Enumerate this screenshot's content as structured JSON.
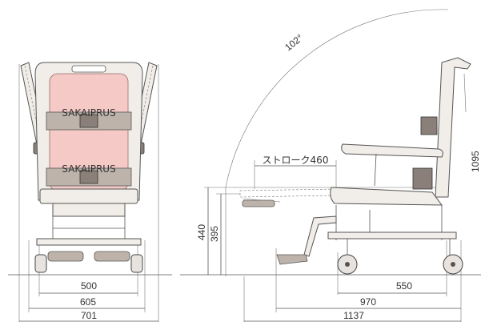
{
  "dimensions": {
    "front_inner_width": "500",
    "front_mid_width": "605",
    "front_outer_width": "701",
    "side_wheelbase": "550",
    "side_base_length": "970",
    "side_total_length": "1137",
    "side_height_outer": "440",
    "side_height_inner": "395",
    "recline_angle": "102°",
    "stroke_label": "ストローク460",
    "partial_height": "1095"
  },
  "brand_labels": {
    "upper_belt": "SAKAIPRUS",
    "lower_belt": "SAKAIPRUS"
  },
  "colors": {
    "backrest": "#f4c9c6",
    "frame": "#f1ede8",
    "line": "#555555"
  }
}
